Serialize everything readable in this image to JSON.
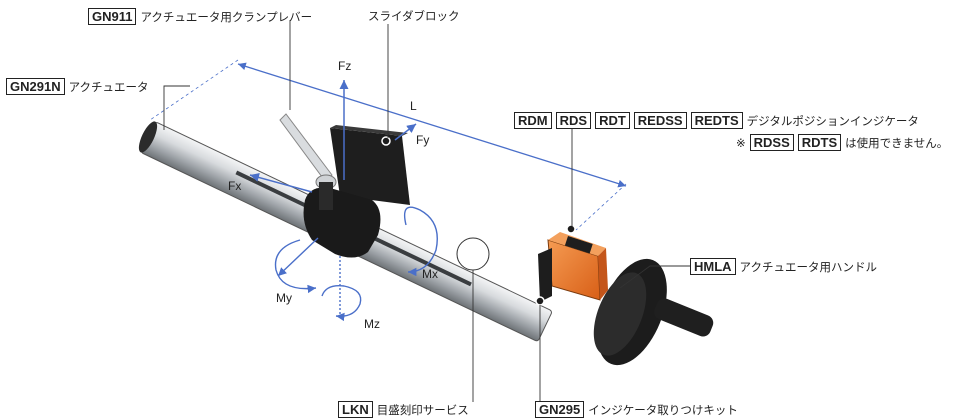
{
  "callouts": {
    "gn911": {
      "code": "GN911",
      "desc": "アクチュエータ用クランプレバー"
    },
    "slide_block": {
      "desc": "スライダブロック"
    },
    "gn291n": {
      "code": "GN291N",
      "desc": "アクチュエータ"
    },
    "indicator": {
      "codes": [
        "RDM",
        "RDS",
        "RDT",
        "REDSS",
        "REDTS"
      ],
      "desc": "デジタルポジションインジケータ"
    },
    "note": {
      "prefix": "※",
      "codes": [
        "RDSS",
        "RDTS"
      ],
      "desc": "は使用できません。"
    },
    "hmla": {
      "code": "HMLA",
      "desc": "アクチュエータ用ハンドル"
    },
    "lkn": {
      "code": "LKN",
      "desc": "目盛刻印サービス"
    },
    "gn295": {
      "code": "GN295",
      "desc": "インジケータ取りつけキット"
    }
  },
  "axes": {
    "fz": "Fz",
    "fy": "Fy",
    "fx": "Fx",
    "l": "L",
    "mx": "Mx",
    "my": "My",
    "mz": "Mz"
  },
  "colors": {
    "arrow": "#4a6fc9",
    "leader": "#333333",
    "indicator": "#f07a2a",
    "tube": "#cfd3d6"
  }
}
